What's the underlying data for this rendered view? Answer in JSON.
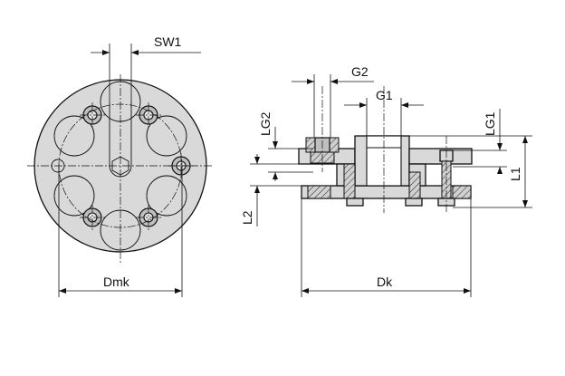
{
  "labels": {
    "sw1": "SW1",
    "dmk": "Dmk",
    "g2": "G2",
    "g1": "G1",
    "lg2": "LG2",
    "lg1": "LG1",
    "l1": "L1",
    "l2": "L2",
    "dk": "Dk"
  }
}
